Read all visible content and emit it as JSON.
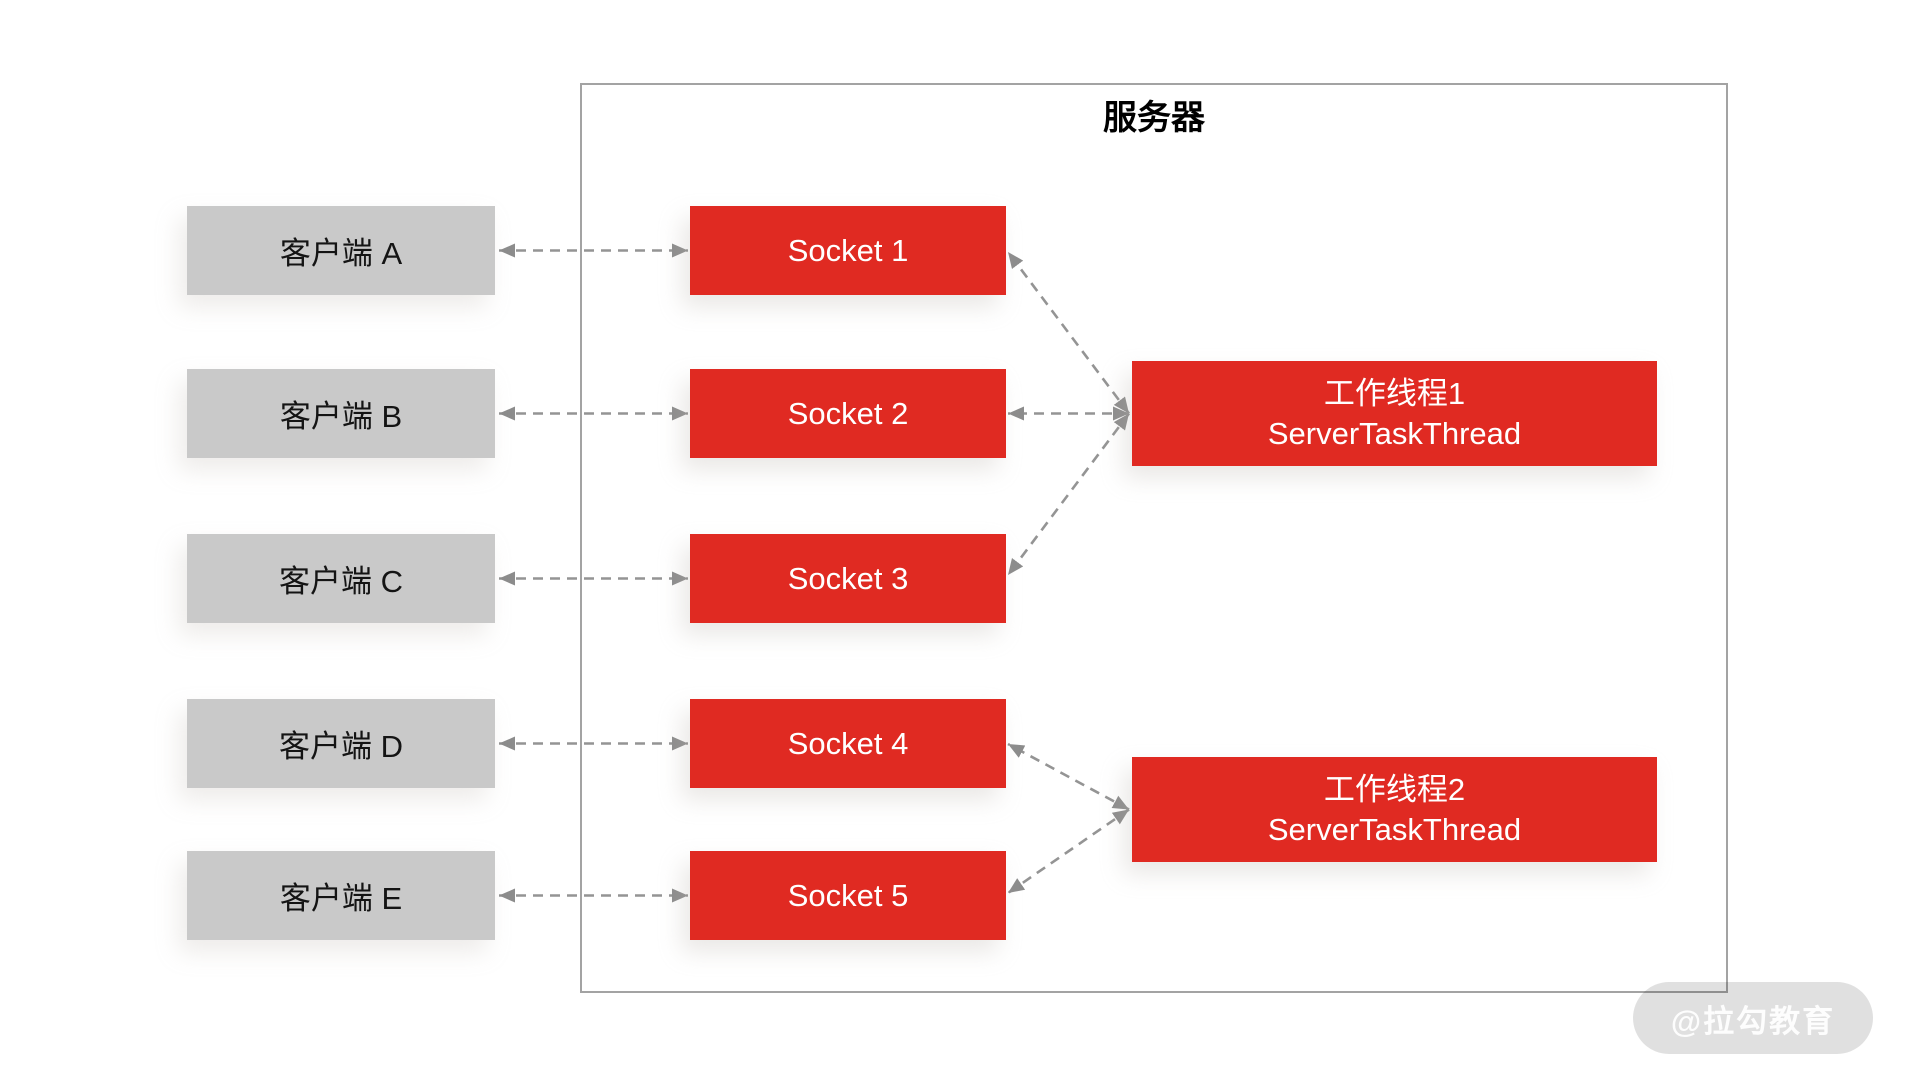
{
  "server": {
    "title": "服务器"
  },
  "clients": [
    {
      "label": "客户端 A"
    },
    {
      "label": "客户端 B"
    },
    {
      "label": "客户端 C"
    },
    {
      "label": "客户端 D"
    },
    {
      "label": "客户端 E"
    }
  ],
  "sockets": [
    {
      "label": "Socket 1"
    },
    {
      "label": "Socket 2"
    },
    {
      "label": "Socket 3"
    },
    {
      "label": "Socket 4"
    },
    {
      "label": "Socket 5"
    }
  ],
  "workers": [
    {
      "name": "工作线程1",
      "class_name": "ServerTaskThread"
    },
    {
      "name": "工作线程2",
      "class_name": "ServerTaskThread"
    }
  ],
  "topology": {
    "client_socket_links": [
      [
        "客户端 A",
        "Socket 1"
      ],
      [
        "客户端 B",
        "Socket 2"
      ],
      [
        "客户端 C",
        "Socket 3"
      ],
      [
        "客户端 D",
        "Socket 4"
      ],
      [
        "客户端 E",
        "Socket 5"
      ]
    ],
    "worker_1_handles": [
      "Socket 1",
      "Socket 2",
      "Socket 3"
    ],
    "worker_2_handles": [
      "Socket 4",
      "Socket 5"
    ]
  },
  "watermark": {
    "text": "@拉勾教育"
  },
  "colors": {
    "box_red": "#e02a22",
    "box_gray": "#c9c9c9",
    "arrow_gray": "#949494",
    "border_gray": "#a3a3a3",
    "text_dark": "#141414",
    "text_light": "#ffffff"
  }
}
